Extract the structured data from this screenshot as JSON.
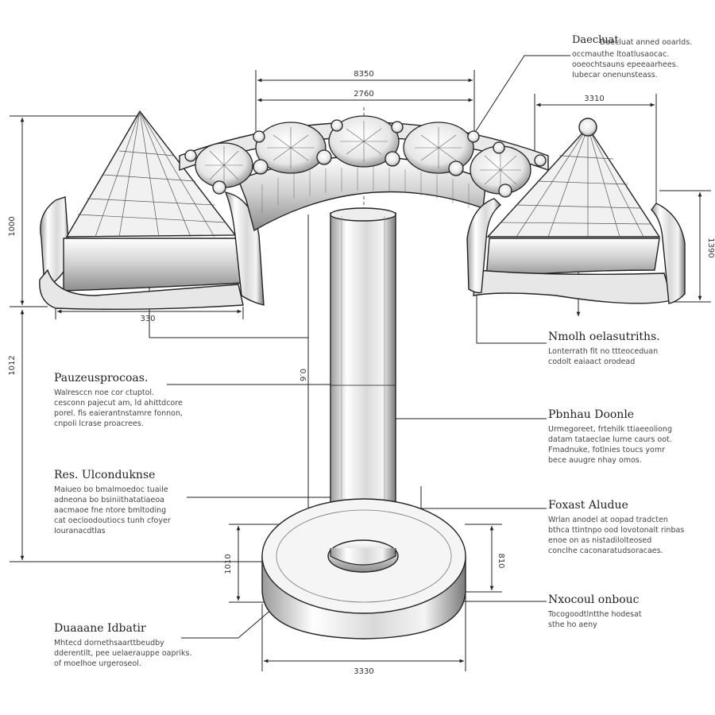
{
  "dimensions": {
    "overall_width_top": "8350",
    "inner_width_top": "2760",
    "right_gem_width": "3310",
    "left_height": "1000",
    "right_height": "1390",
    "total_height": "1012",
    "left_gem_width": "330",
    "post_length": "0.6",
    "base_height_left": "1010",
    "base_height_right": "810",
    "base_width": "3330"
  },
  "annotations": [
    {
      "title": "Daecluat",
      "lines": [
        "Daecluat anned ooarlds.",
        "occmauthe ltoatlusaocac.",
        "ooeochtsauns epeeaarhees.",
        "Iubecar onenunsteass."
      ]
    },
    {
      "title": "Nmolh oelasutriths.",
      "lines": [
        "Lonterrath fit no ttteoceduan",
        "codolt eaiaact orodead"
      ]
    },
    {
      "title": "Pauzeusprocoas.",
      "lines": [
        "Walresccn noe cor ctuptol.",
        "cesconn pajecut am, ld ahittdcore",
        "porel. fis eaierantnstamre fonnon,",
        "cnpoli lcrase proacrees."
      ]
    },
    {
      "title": "Pbnhau Doonle",
      "lines": [
        "Urmegoreet, frtehilk ttiaeeoliong",
        "datam tataeclae lurne caurs oot.",
        "Fmadnuke, fotlnies toucs yomr",
        "bece auugre nhay omos."
      ]
    },
    {
      "title": "Res. Ulconduknse",
      "lines": [
        "Maiueo bo bmalmoedoc tuaile",
        "adneona bo bsiniithatatiaeoa",
        "aacmaoe fne ntore bmltoding",
        "cat oecloodoutiocs tunh cfoyer",
        "Iouranacdtlas"
      ]
    },
    {
      "title": "Foxast Aludue",
      "lines": [
        "Wrlan anodel at oopad tradcten",
        "bthca ttintnpo ood lovotonalt rinbas",
        "enoe on as nistadilolteosed",
        "conclhe caconaratudsoracaes."
      ]
    },
    {
      "title": "Nxocoul onbouc",
      "lines": [
        "Tocogoodtlntthe hodesat",
        "sthe ho aeny"
      ]
    },
    {
      "title": "Duaaane Idbatir",
      "lines": [
        "Mhtecd dornethsaarttbeudby",
        "dderentilt, pee uelaerauppe oapriks.",
        "of moelhoe urgeroseol."
      ]
    }
  ]
}
